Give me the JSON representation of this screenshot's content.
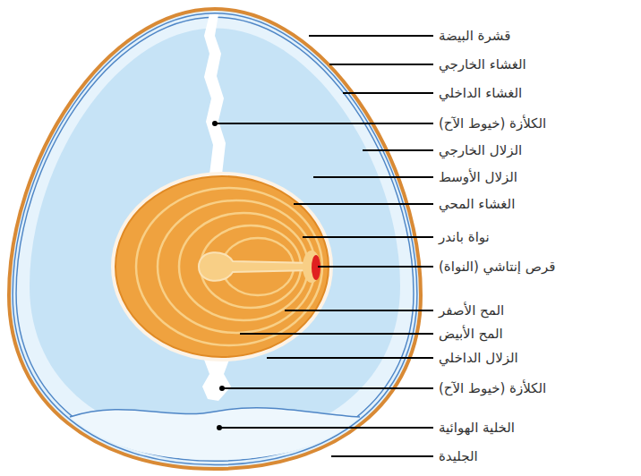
{
  "diagram": {
    "labels": [
      "قشرة البيضة",
      "الغشاء الخارجي",
      "الغشاء الداخلي",
      "الكلأزة (خيوط الآح)",
      "الزلال الخارجي",
      "الزلال الأوسط",
      "الغشاء المحي",
      "نواة باندر",
      "قرص إنتاشي (النواة)",
      "المح الأصفر",
      "المح الأبيض",
      "الزلال الداخلي",
      "الكلأزة (خيوط الآح)",
      "الخلية الهوائية",
      "الجليدة"
    ]
  }
}
